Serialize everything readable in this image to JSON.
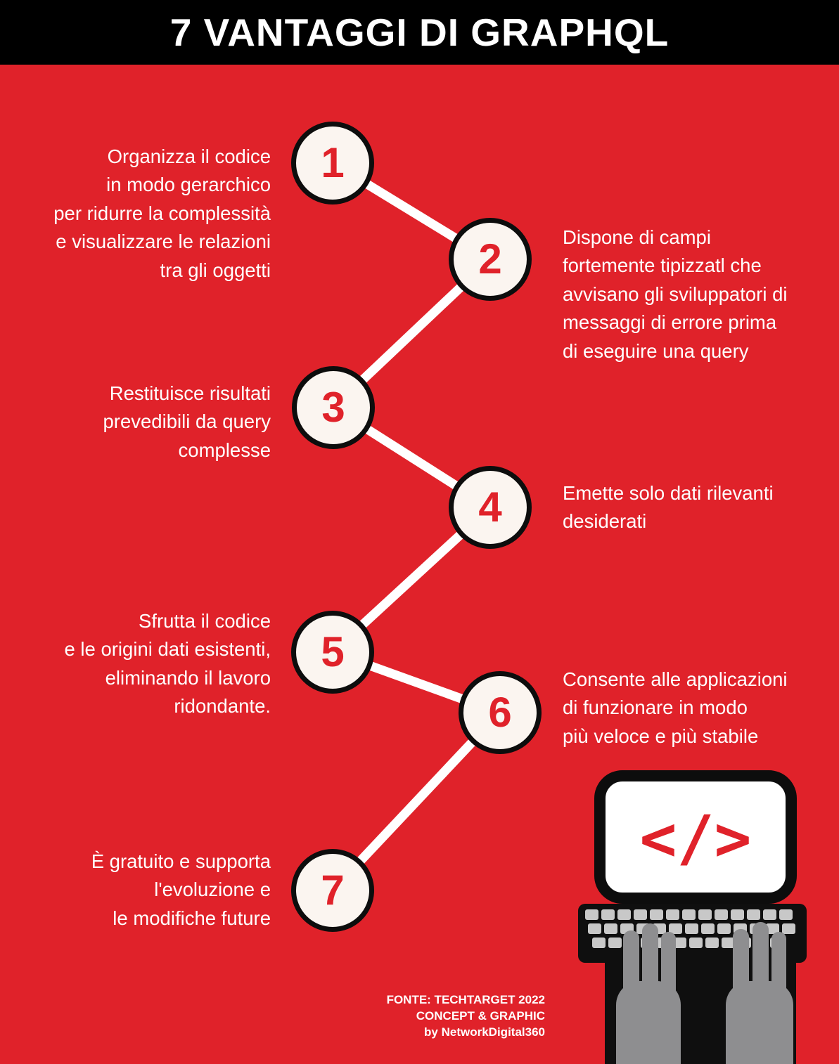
{
  "header": {
    "title": "7 VANTAGGI DI GRAPHQL"
  },
  "items": [
    {
      "number": "1",
      "side": "left",
      "text": "Organizza il codice\nin modo gerarchico\nper ridurre la complessità\ne visualizzare le relazioni\ntra gli oggetti"
    },
    {
      "number": "2",
      "side": "right",
      "text": "Dispone di campi\nfortemente tipizzatl che\navvisano gli sviluppatori di\nmessaggi di errore prima\ndi eseguire una query"
    },
    {
      "number": "3",
      "side": "left",
      "text": "Restituisce risultati\nprevedibili da query\ncomplesse"
    },
    {
      "number": "4",
      "side": "right",
      "text": "Emette solo dati rilevanti\ndesiderati"
    },
    {
      "number": "5",
      "side": "left",
      "text": "Sfrutta il codice\ne le origini dati esistenti,\neliminando il lavoro\nridondante."
    },
    {
      "number": "6",
      "side": "right",
      "text": "Consente alle applicazioni\ndi funzionare in modo\npiù veloce e più stabile"
    },
    {
      "number": "7",
      "side": "left",
      "text": "È gratuito e supporta\nl'evoluzione e\nle modifiche future"
    }
  ],
  "footer": {
    "source": "FONTE: TECHTARGET 2022",
    "credit": "CONCEPT & GRAPHIC",
    "author": "by NetworkDigital360"
  },
  "illustration": {
    "code_symbol": "</>"
  },
  "colors": {
    "background": "#E0222A",
    "header_bg": "#000000",
    "text": "#FFFFFF",
    "number": "#E0222A",
    "circle_fill": "#FBF5F0",
    "circle_border": "#0D0D0D",
    "hand_gray": "#8E8E90",
    "key_gray": "#C8C8C8"
  }
}
